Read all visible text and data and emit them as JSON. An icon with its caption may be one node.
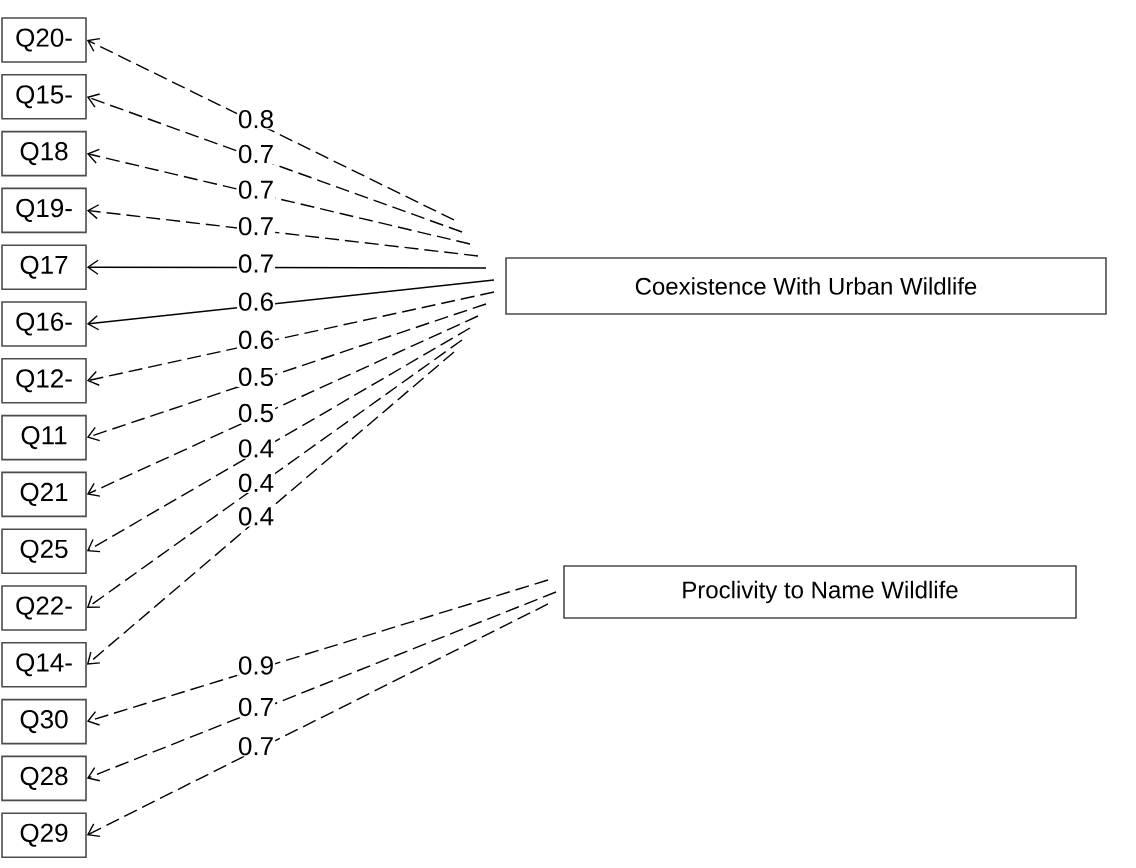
{
  "diagram": {
    "nodes": [
      {
        "text": [
          "Q20-"
        ]
      },
      {
        "text": [
          "Q15-"
        ]
      },
      {
        "text": [
          "Q18"
        ]
      },
      {
        "text": [
          "Q19-"
        ]
      },
      {
        "text": [
          "Q17"
        ]
      },
      {
        "text": [
          "Q16-"
        ]
      },
      {
        "text": [
          "Q12-"
        ]
      },
      {
        "text": [
          "Q11"
        ]
      },
      {
        "text": [
          "Q21"
        ]
      },
      {
        "text": [
          "Q25"
        ]
      },
      {
        "text": [
          "Q22-"
        ]
      },
      {
        "text": [
          "Q14-"
        ]
      },
      {
        "text": [
          "Q30"
        ]
      },
      {
        "text": [
          "Q28"
        ]
      },
      {
        "text": [
          "Q29"
        ]
      },
      {
        "text": [
          "Coexistence With Urban Wildlife"
        ]
      },
      {
        "text": [
          "Proclivity to Name Wildlife"
        ]
      }
    ],
    "edges": [
      {
        "from": 15,
        "to": 0,
        "arrow": "to",
        "label": "0.8",
        "style": "dashed"
      },
      {
        "from": 15,
        "to": 1,
        "arrow": "to",
        "label": "0.7",
        "style": "dashed"
      },
      {
        "from": 15,
        "to": 2,
        "arrow": "to",
        "label": "0.7",
        "style": "dashed"
      },
      {
        "from": 15,
        "to": 3,
        "arrow": "to",
        "label": "0.7",
        "style": "dashed"
      },
      {
        "from": 15,
        "to": 4,
        "arrow": "to",
        "label": "0.7"
      },
      {
        "from": 15,
        "to": 5,
        "arrow": "to",
        "label": "0.6"
      },
      {
        "from": 15,
        "to": 6,
        "arrow": "to",
        "label": "0.6",
        "style": "dashed"
      },
      {
        "from": 15,
        "to": 7,
        "arrow": "to",
        "label": "0.5",
        "style": "dashed"
      },
      {
        "from": 15,
        "to": 8,
        "arrow": "to",
        "label": "0.5",
        "style": "dashed"
      },
      {
        "from": 15,
        "to": 9,
        "arrow": "to",
        "label": "0.4",
        "style": "dashed"
      },
      {
        "from": 15,
        "to": 10,
        "arrow": "to",
        "label": "0.4",
        "style": "dashed"
      },
      {
        "from": 15,
        "to": 11,
        "arrow": "to",
        "label": "0.4",
        "style": "dashed"
      },
      {
        "from": 16,
        "to": 12,
        "arrow": "to",
        "label": "0.9",
        "style": "dashed"
      },
      {
        "from": 16,
        "to": 13,
        "arrow": "to",
        "label": "0.7",
        "style": "dashed"
      },
      {
        "from": 16,
        "to": 14,
        "arrow": "to",
        "label": "0.7",
        "style": "dashed"
      }
    ]
  }
}
